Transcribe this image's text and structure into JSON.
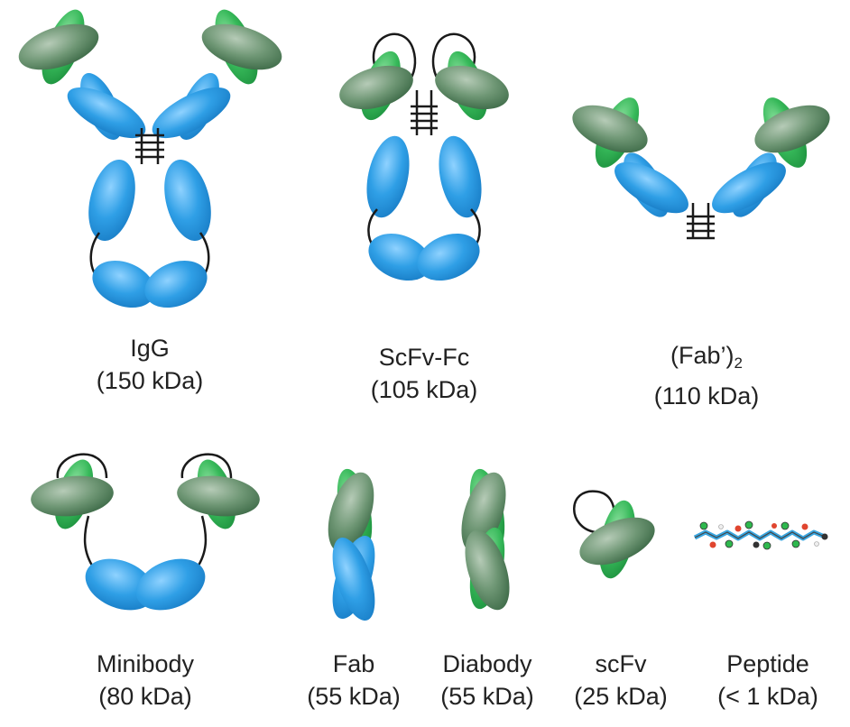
{
  "colors": {
    "heavy_constant": "#2f9fe6",
    "variable_dark": "#5e8e68",
    "variable_light": "#37b95a",
    "linker": "#1a1a1a",
    "label_text": "#222222"
  },
  "formats": [
    {
      "id": "igg",
      "name": "IgG",
      "mass": "(150 kDa)"
    },
    {
      "id": "scfv-fc",
      "name": "ScFv-Fc",
      "mass": "(105 kDa)"
    },
    {
      "id": "fab2",
      "name": "(Fab’)",
      "subscript": "2",
      "mass": "(110 kDa)"
    },
    {
      "id": "minibody",
      "name": "Minibody",
      "mass": "(80 kDa)"
    },
    {
      "id": "fab",
      "name": "Fab",
      "mass": "(55 kDa)"
    },
    {
      "id": "diabody",
      "name": "Diabody",
      "mass": "(55 kDa)"
    },
    {
      "id": "scfv",
      "name": "scFv",
      "mass": "(25 kDa)"
    },
    {
      "id": "peptide",
      "name": "Peptide",
      "mass": "(< 1 kDa)"
    }
  ]
}
